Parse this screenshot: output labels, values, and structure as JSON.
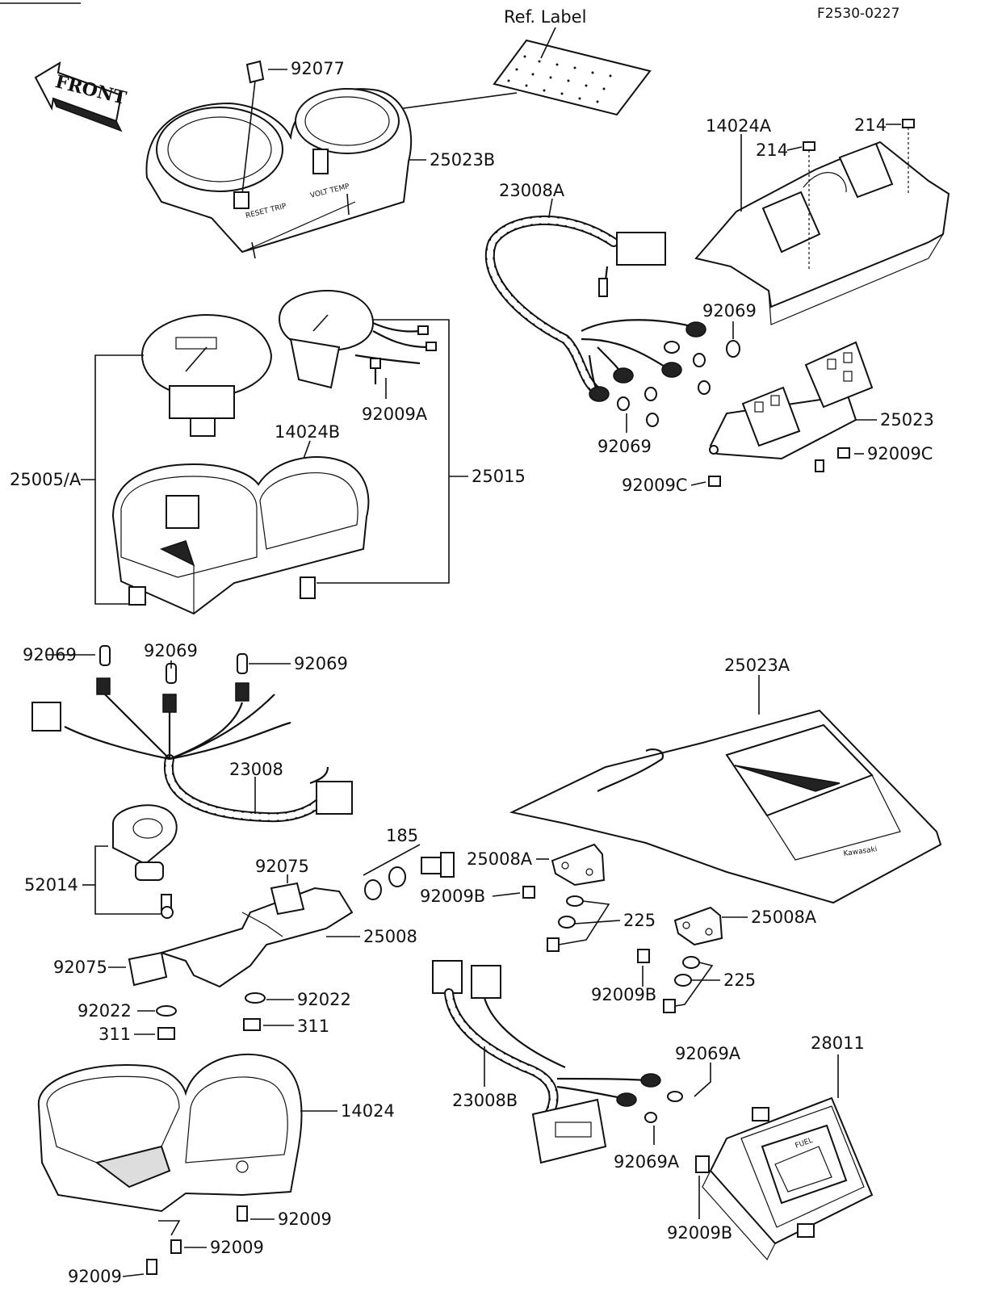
{
  "diagram": {
    "ref_code": "F2530-0227",
    "front_label": "FRONT",
    "ref_label_caption": "Ref. Label",
    "panel_text": {
      "reset_trip": "RESET TRIP",
      "volt_temp": "VOLT TEMP",
      "brand": "Kawasaki",
      "fuel": "FUEL"
    },
    "callouts": {
      "p92077": "92077",
      "p25023B": "25023B",
      "p14024A": "14024A",
      "p214a": "214",
      "p214b": "214",
      "p23008A": "23008A",
      "p92069_r1": "92069",
      "p92069_r2": "92069",
      "p25023": "25023",
      "p92009C_a": "92009C",
      "p92009C_b": "92009C",
      "p92009A": "92009A",
      "p14024B": "14024B",
      "p25005A": "25005/A",
      "p25015": "25015",
      "p92069_l1": "92069",
      "p92069_l2": "92069",
      "p92069_l3": "92069",
      "p23008": "23008",
      "p25023A": "25023A",
      "p52014": "52014",
      "p92075_a": "92075",
      "p185": "185",
      "p25008A_a": "25008A",
      "p92009B_a": "92009B",
      "p225_a": "225",
      "p25008A_b": "25008A",
      "p25008": "25008",
      "p92075_b": "92075",
      "p92022_a": "92022",
      "p92022_b": "92022",
      "p311_a": "311",
      "p311_b": "311",
      "p92009B_b": "92009B",
      "p225_b": "225",
      "p92069A_a": "92069A",
      "p28011": "28011",
      "p14024": "14024",
      "p23008B": "23008B",
      "p92069A_b": "92069A",
      "p92009B_c": "92009B",
      "p92009_a": "92009",
      "p92009_b": "92009",
      "p92009_c": "92009"
    }
  }
}
